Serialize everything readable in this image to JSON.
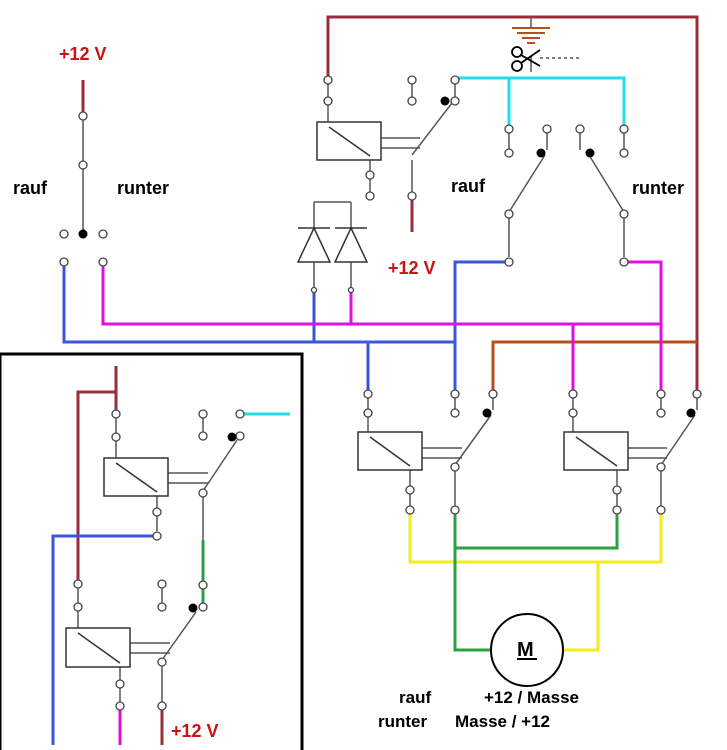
{
  "labels": {
    "supply_left": "+12 V",
    "up_left": "rauf",
    "down_left": "runter",
    "supply_center": "+12 V",
    "up_center": "rauf",
    "down_center": "runter",
    "supply_inset": "+12 V",
    "motor": "M",
    "legend_up": "rauf",
    "legend_up_polarity": "+12 / Masse",
    "legend_down": "runter",
    "legend_down_polarity": "Masse / +12"
  },
  "colors": {
    "maroon": "#9b2d3b",
    "blue": "#3b57d9",
    "magenta": "#e010e0",
    "cyan": "#1de0e8",
    "brown": "#b5501b",
    "yellow": "#f0ee1e",
    "green": "#2ea043",
    "red": "#cc1111",
    "black": "#000000",
    "gray": "#555555"
  },
  "icons": [
    "ground-icon",
    "scissors-icon",
    "relay-coil-icon",
    "diode-icon",
    "motor-icon"
  ]
}
